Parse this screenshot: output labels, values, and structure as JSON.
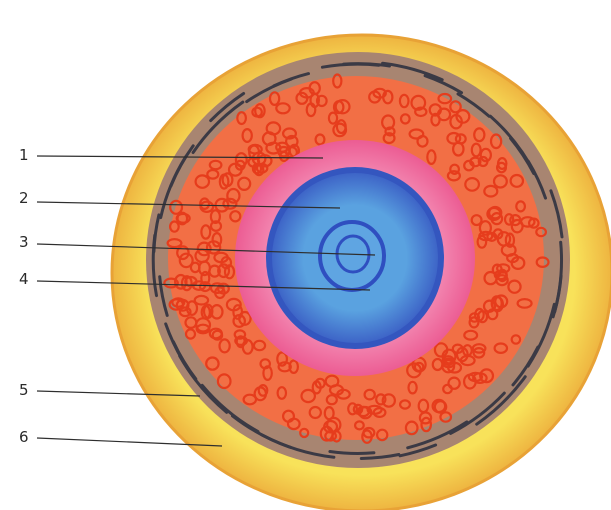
{
  "labels": [
    {
      "number": "1"
    },
    {
      "number": "2"
    },
    {
      "number": "3"
    },
    {
      "number": "4"
    },
    {
      "number": "5"
    },
    {
      "number": "6"
    }
  ],
  "colors": {
    "outer_yellow": "#f6d64a",
    "outer_yellow_edge": "#eda93a",
    "brown_ring": "#a98370",
    "dark_strands": "#3d3c46",
    "red_layer": "#f0683d",
    "red_cells": "#e8401e",
    "pink_ring": "#ee6aa0",
    "blue_outer": "#3f63c8",
    "blue_inner": "#5ba6e3",
    "core_ring": "#2d4cc0",
    "line": "#2e2e2e"
  }
}
